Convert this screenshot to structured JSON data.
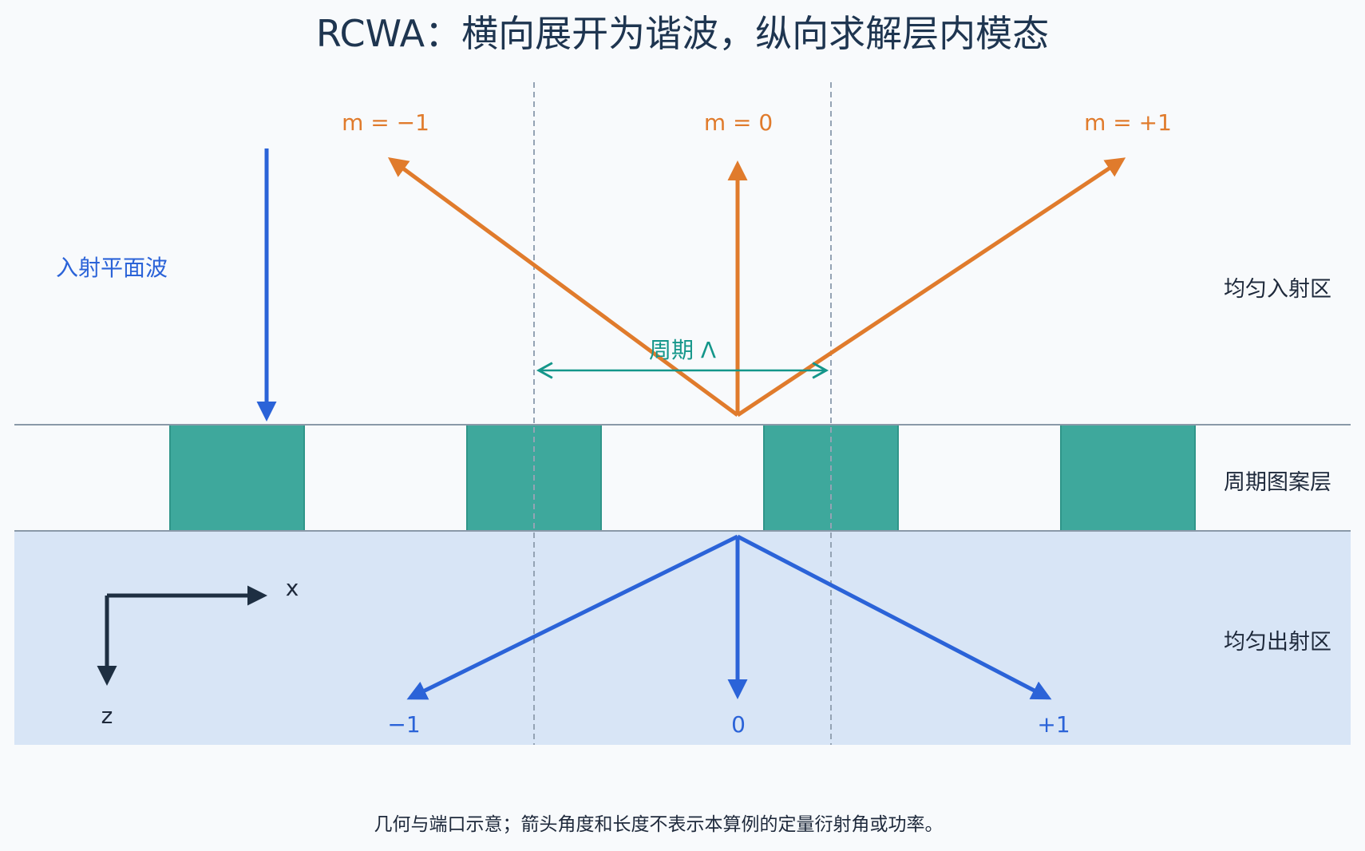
{
  "title": "RCWA：横向展开为谐波，纵向求解层内模态",
  "reflected_orders": [
    "m = −1",
    "m = 0",
    "m = +1"
  ],
  "transmitted_orders": [
    "−1",
    "0",
    "+1"
  ],
  "incident_label": "入射平面波",
  "period_label": "周期 Λ",
  "regions": {
    "incidence": "均匀入射区",
    "grating": "周期图案层",
    "transmission": "均匀出射区"
  },
  "axes": {
    "x": "x",
    "z": "z"
  },
  "caption": "几何与端口示意；箭头角度和长度不表示本算例的定量衍射角或功率。",
  "colors": {
    "background": "#f8fafc",
    "substrate": "#d8e5f6",
    "grating_block": "#3ea89c",
    "grating_block_edge": "#2f9589",
    "layer_line": "#8a99a8",
    "dashed_line": "#94a3b4",
    "reflected_arrow": "#e07b2c",
    "incident_transmitted_arrow": "#2b63d8",
    "period_arrow": "#14968a",
    "axis_arrow": "#1e2f42"
  }
}
